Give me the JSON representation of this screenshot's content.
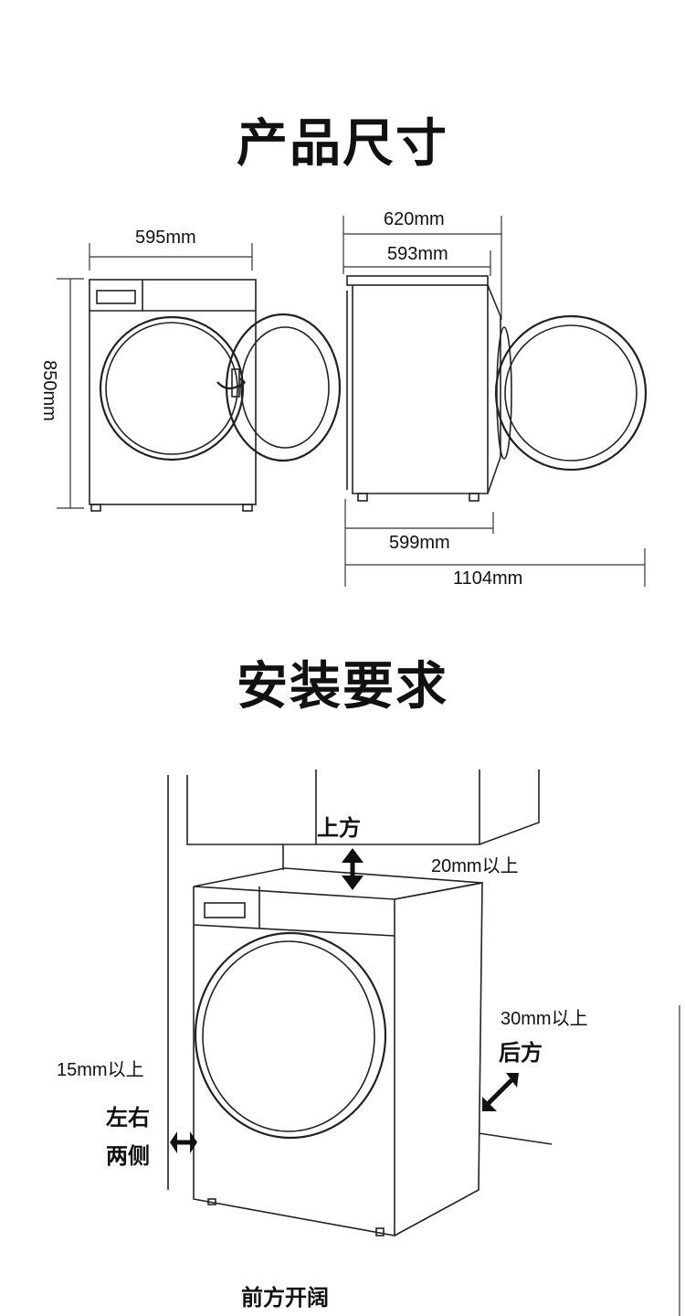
{
  "sections": {
    "dimensions_title": "产品尺寸",
    "installation_title": "安装要求"
  },
  "dimensions": {
    "width": "595mm",
    "height": "850mm",
    "depth_total": "620mm",
    "depth_body": "593mm",
    "depth_base": "599mm",
    "depth_door_open": "1104mm"
  },
  "installation": {
    "top_label": "上方",
    "top_clearance": "20mm以上",
    "rear_clearance": "30mm以上",
    "rear_label": "后方",
    "side_clearance": "15mm以上",
    "side_label_1": "左右",
    "side_label_2": "两侧",
    "front_label": "前方开阔"
  }
}
